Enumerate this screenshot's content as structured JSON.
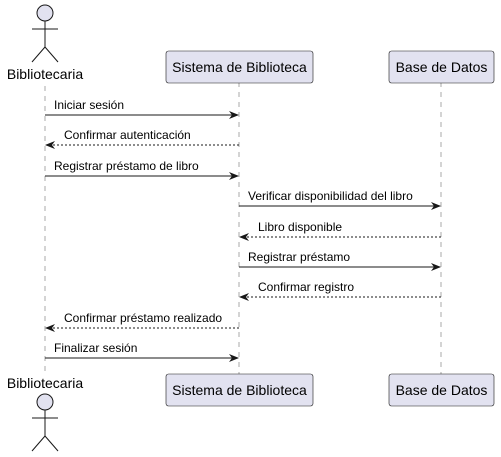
{
  "participants": {
    "actor": "Bibliotecaria",
    "system": "Sistema de Biblioteca",
    "db": "Base de Datos"
  },
  "messages": [
    {
      "from": "actor",
      "to": "system",
      "label": "Iniciar sesión",
      "style": "solid"
    },
    {
      "from": "system",
      "to": "actor",
      "label": "Confirmar autenticación",
      "style": "dashed"
    },
    {
      "from": "actor",
      "to": "system",
      "label": "Registrar préstamo de libro",
      "style": "solid"
    },
    {
      "from": "system",
      "to": "db",
      "label": "Verificar disponibilidad del libro",
      "style": "solid"
    },
    {
      "from": "db",
      "to": "system",
      "label": "Libro disponible",
      "style": "dashed"
    },
    {
      "from": "system",
      "to": "db",
      "label": "Registrar préstamo",
      "style": "solid"
    },
    {
      "from": "db",
      "to": "system",
      "label": "Confirmar registro",
      "style": "dashed"
    },
    {
      "from": "system",
      "to": "actor",
      "label": "Confirmar préstamo realizado",
      "style": "dashed"
    },
    {
      "from": "actor",
      "to": "system",
      "label": "Finalizar sesión",
      "style": "solid"
    }
  ],
  "colors": {
    "participant_fill": "#E2E2F0",
    "stroke": "#181818",
    "lifeline": "#A8A8A8"
  }
}
